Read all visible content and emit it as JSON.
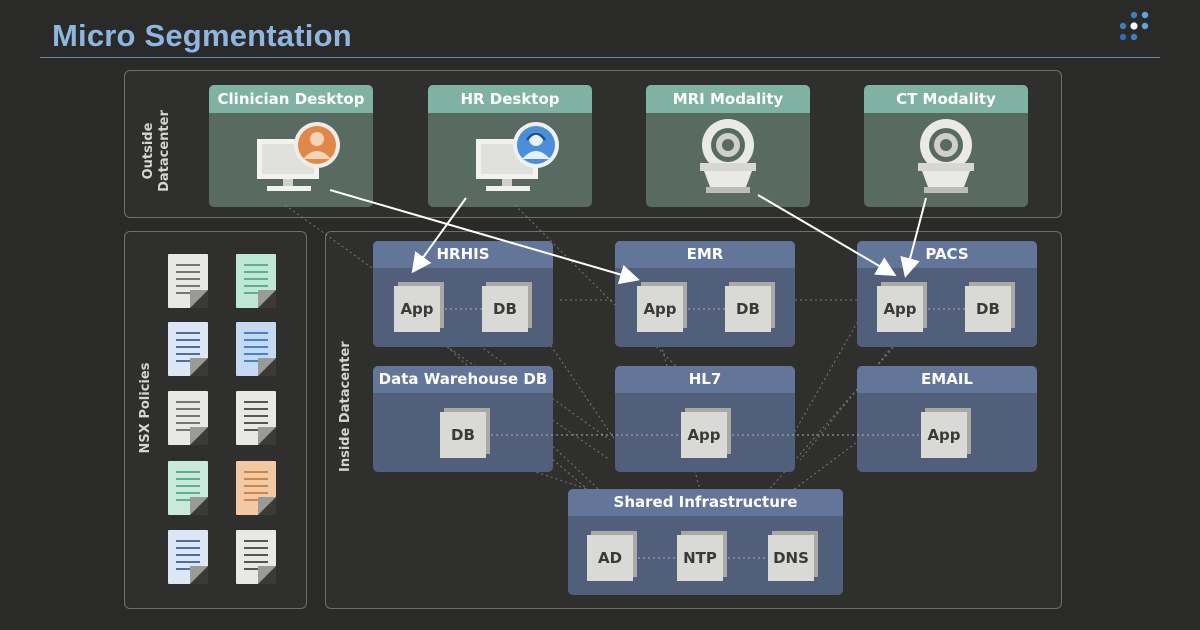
{
  "title": "Micro Segmentation",
  "outside_label": "Outside Datacenter",
  "inside_label": "Inside Datacenter",
  "policies_label": "NSX Policies",
  "colors": {
    "title": "#8fb6e0",
    "teal_header": "#7fb2a3",
    "group_header": "#64759a",
    "person_orange": "#e0884a",
    "person_blue": "#4a8fd8"
  },
  "endpoints": [
    {
      "label": "Clinician Desktop",
      "icon": "clinician-desktop-icon"
    },
    {
      "label": "HR Desktop",
      "icon": "hr-desktop-icon"
    },
    {
      "label": "MRI Modality",
      "icon": "mri-scanner-icon"
    },
    {
      "label": "CT Modality",
      "icon": "ct-scanner-icon"
    }
  ],
  "groups": {
    "hrhis": {
      "label": "HRHIS",
      "app": "App",
      "db": "DB"
    },
    "emr": {
      "label": "EMR",
      "app": "App",
      "db": "DB"
    },
    "pacs": {
      "label": "PACS",
      "app": "App",
      "db": "DB"
    },
    "dwh": {
      "label": "Data Warehouse DB",
      "db": "DB"
    },
    "hl7": {
      "label": "HL7",
      "app": "App"
    },
    "email": {
      "label": "EMAIL",
      "app": "App"
    },
    "shared": {
      "label": "Shared Infrastructure",
      "ad": "AD",
      "ntp": "NTP",
      "dns": "DNS"
    }
  },
  "policy_colors": [
    "#e8e8e4",
    "#bfe7d6",
    "#dce6f5",
    "#c5d9f2",
    "#e8e8e4",
    "#e8e8e4",
    "#c8eadb",
    "#f3c8a5",
    "#dce6f5",
    "#e8e8e4"
  ],
  "policy_line_colors": [
    "#777",
    "#5fae8f",
    "#4d6fa3",
    "#4d7fc4",
    "#777",
    "#555",
    "#5fae8f",
    "#c98650",
    "#4d6fa3",
    "#555"
  ]
}
